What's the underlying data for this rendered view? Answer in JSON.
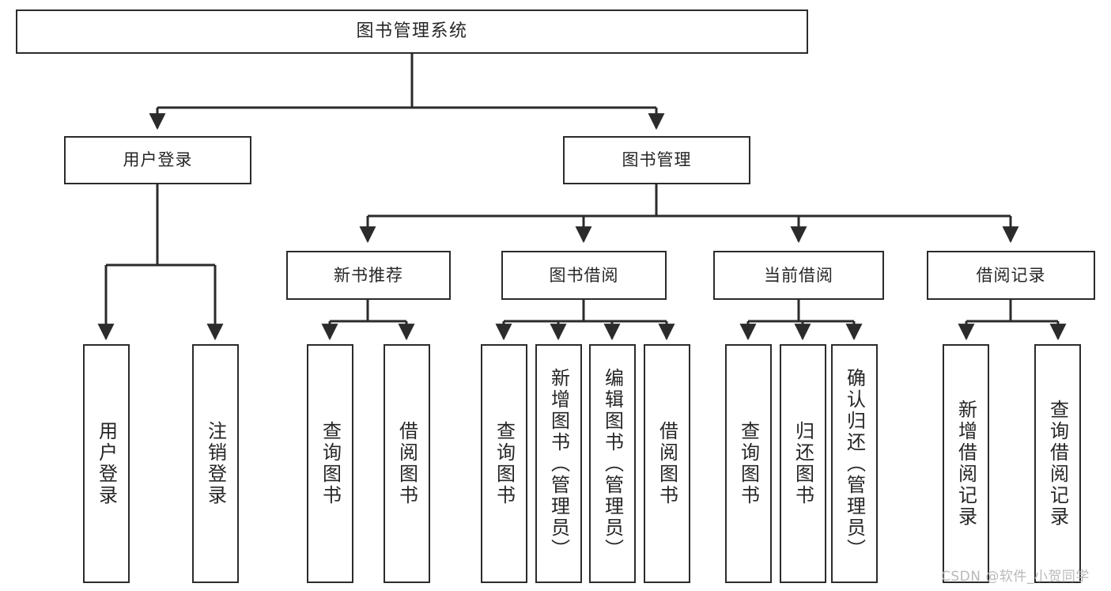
{
  "diagram": {
    "title": "图书管理系统",
    "type": "tree-hierarchy-chart",
    "watermark": "CSDN @软件_小贺同学",
    "colors": {
      "box_border": "#2b2b2b",
      "box_fill": "#ffffff",
      "edge": "#2b2b2b",
      "text": "#262626",
      "watermark": "#b9b9b9",
      "background": "#ffffff"
    },
    "levels": {
      "root": {
        "label": "图书管理系统"
      },
      "level2": [
        {
          "label": "用户登录"
        },
        {
          "label": "图书管理"
        }
      ],
      "level3": [
        {
          "label": "新书推荐"
        },
        {
          "label": "图书借阅"
        },
        {
          "label": "当前借阅"
        },
        {
          "label": "借阅记录"
        }
      ],
      "leaves": {
        "user_login": [
          {
            "label": "用户登录"
          },
          {
            "label": "注销登录"
          }
        ],
        "new_book_recommend": [
          {
            "label": "查询图书"
          },
          {
            "label": "借阅图书"
          }
        ],
        "book_borrow": [
          {
            "label": "查询图书"
          },
          {
            "label": "新增图书（管理员）"
          },
          {
            "label": "编辑图书（管理员）"
          },
          {
            "label": "借阅图书"
          }
        ],
        "current_borrow": [
          {
            "label": "查询图书"
          },
          {
            "label": "归还图书"
          },
          {
            "label": "确认归还（管理员）"
          }
        ],
        "borrow_record": [
          {
            "label": "新增借阅记录"
          },
          {
            "label": "查询借阅记录"
          }
        ]
      }
    }
  }
}
